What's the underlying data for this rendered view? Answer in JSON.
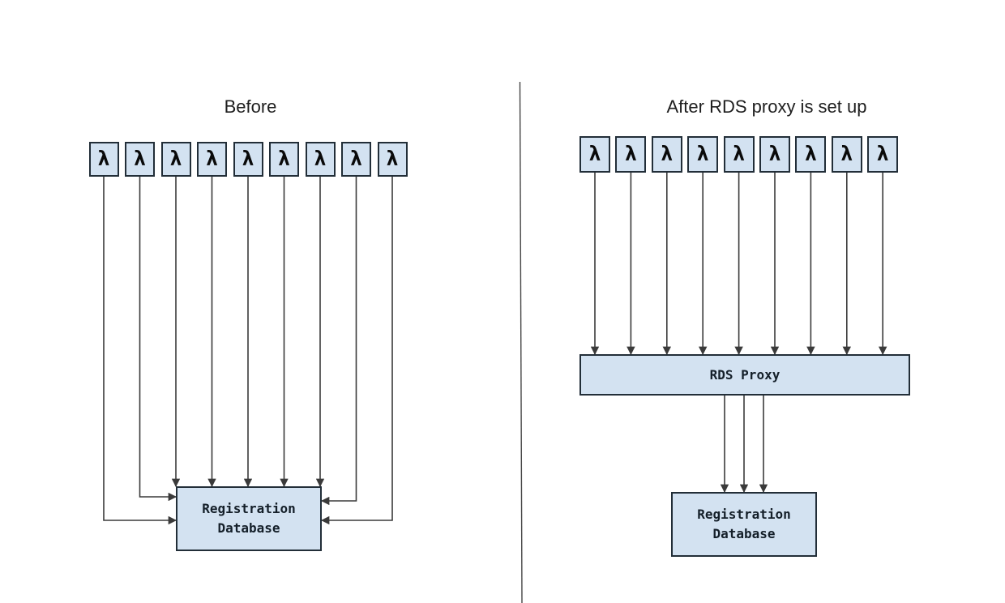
{
  "diagram": {
    "lambda_label": "λ",
    "left_panel": {
      "title": "Before",
      "lambda_count": 9,
      "database_label": "Registration\nDatabase"
    },
    "right_panel": {
      "title": "After RDS proxy is set up",
      "lambda_count": 9,
      "proxy_label": "RDS Proxy",
      "database_label": "Registration\nDatabase",
      "proxy_to_db_connections": 3
    },
    "colors": {
      "box_fill": "#d3e2f1",
      "box_border": "#222e38",
      "line": "#3a3a3a",
      "divider": "#454545",
      "title_text": "#1e1e1e",
      "box_text": "#141f29"
    }
  }
}
